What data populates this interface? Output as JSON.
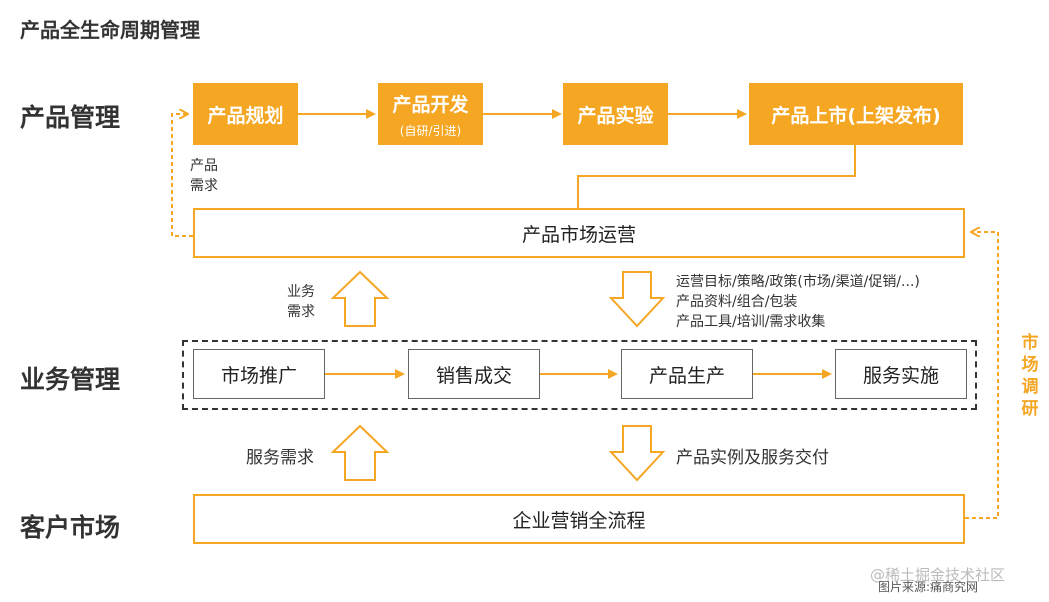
{
  "title": "产品全生命周期管理",
  "lanes": {
    "product": "产品管理",
    "business": "业务管理",
    "customer": "客户市场"
  },
  "product_flow": [
    {
      "main": "产品规划",
      "sub": ""
    },
    {
      "main": "产品开发",
      "sub": "(自研/引进)"
    },
    {
      "main": "产品实验",
      "sub": ""
    },
    {
      "main": "产品上市(上架发布)",
      "sub": ""
    }
  ],
  "market_ops": "产品市场运营",
  "feedback_label": [
    "产品",
    "需求"
  ],
  "business_demand": [
    "业务",
    "需求"
  ],
  "ops_notes": [
    "运营目标/策略/政策(市场/渠道/促销/...)",
    "产品资料/组合/包装",
    "产品工具/培训/需求收集"
  ],
  "business_flow": [
    "市场推广",
    "销售成交",
    "产品生产",
    "服务实施"
  ],
  "service_demand": "服务需求",
  "delivery": "产品实例及服务交付",
  "enterprise": "企业营销全流程",
  "market_research": [
    "市",
    "场",
    "调",
    "研"
  ],
  "watermark": "@稀土掘金技术社区",
  "source": "图片来源:痛商究网",
  "colors": {
    "accent": "#f5a623",
    "text": "#222222"
  }
}
